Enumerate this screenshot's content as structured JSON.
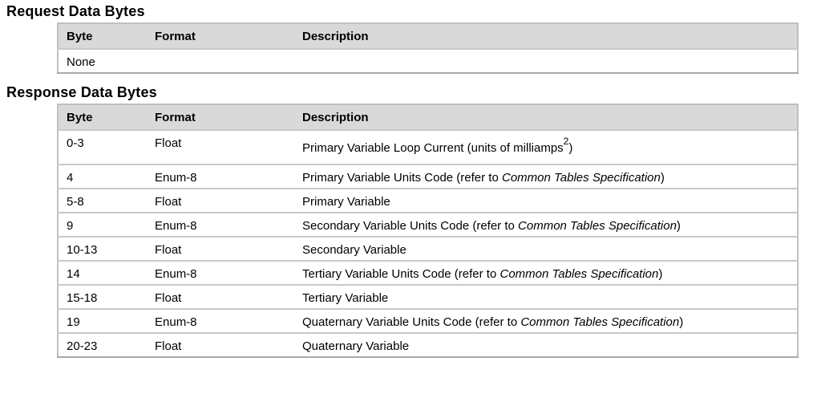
{
  "request": {
    "title": "Request Data Bytes",
    "headers": {
      "byte": "Byte",
      "format": "Format",
      "description": "Description"
    },
    "rows": [
      {
        "byte": "None",
        "format": "",
        "description": ""
      }
    ]
  },
  "response": {
    "title": "Response Data Bytes",
    "headers": {
      "byte": "Byte",
      "format": "Format",
      "description": "Description"
    },
    "ref_text": "Common Tables Specification",
    "rows": [
      {
        "byte": "0-3",
        "format": "Float",
        "desc_pre": "Primary Variable Loop Current (units of milliamps",
        "desc_sup": "2",
        "desc_post": ")"
      },
      {
        "byte": "4",
        "format": "Enum-8",
        "desc_pre": "Primary Variable Units Code (refer to ",
        "desc_ref": "Common Tables Specification",
        "desc_post": ")"
      },
      {
        "byte": "5-8",
        "format": "Float",
        "desc_pre": "Primary Variable"
      },
      {
        "byte": "9",
        "format": "Enum-8",
        "desc_pre": "Secondary Variable Units Code (refer to ",
        "desc_ref": "Common Tables Specification",
        "desc_post": ")"
      },
      {
        "byte": "10-13",
        "format": "Float",
        "desc_pre": "Secondary Variable"
      },
      {
        "byte": "14",
        "format": "Enum-8",
        "desc_pre": "Tertiary Variable Units Code (refer to ",
        "desc_ref": "Common Tables Specification",
        "desc_post": ")"
      },
      {
        "byte": "15-18",
        "format": "Float",
        "desc_pre": "Tertiary Variable"
      },
      {
        "byte": "19",
        "format": "Enum-8",
        "desc_pre": "Quaternary Variable Units Code (refer to ",
        "desc_ref": "Common Tables Specification",
        "desc_post": ")"
      },
      {
        "byte": "20-23",
        "format": "Float",
        "desc_pre": "Quaternary Variable"
      }
    ]
  }
}
